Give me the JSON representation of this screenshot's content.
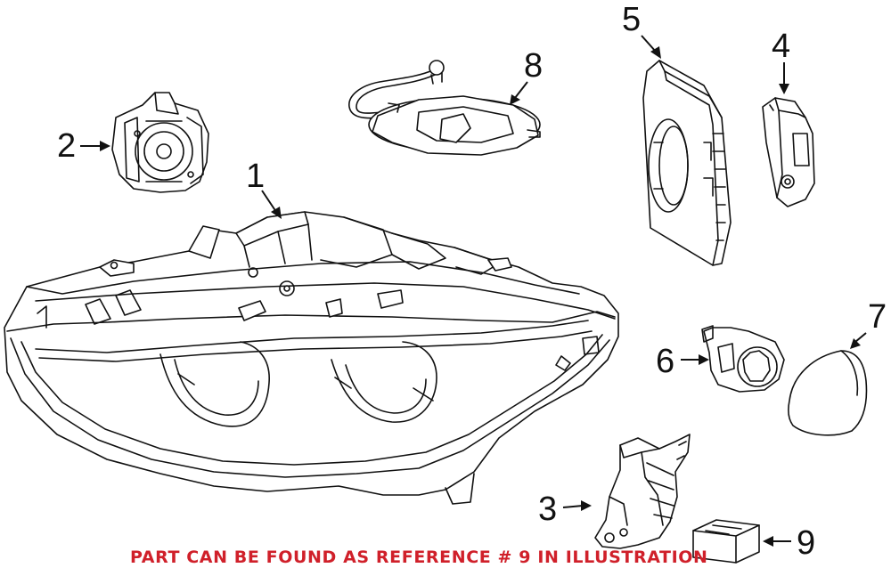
{
  "callouts": {
    "1": "1",
    "2": "2",
    "3": "3",
    "4": "4",
    "5": "5",
    "6": "6",
    "7": "7",
    "8": "8",
    "9": "9"
  },
  "footnote": {
    "text": "PART CAN BE FOUND AS REFERENCE # 9 IN ILLUSTRATION",
    "color": "#d0202a"
  }
}
